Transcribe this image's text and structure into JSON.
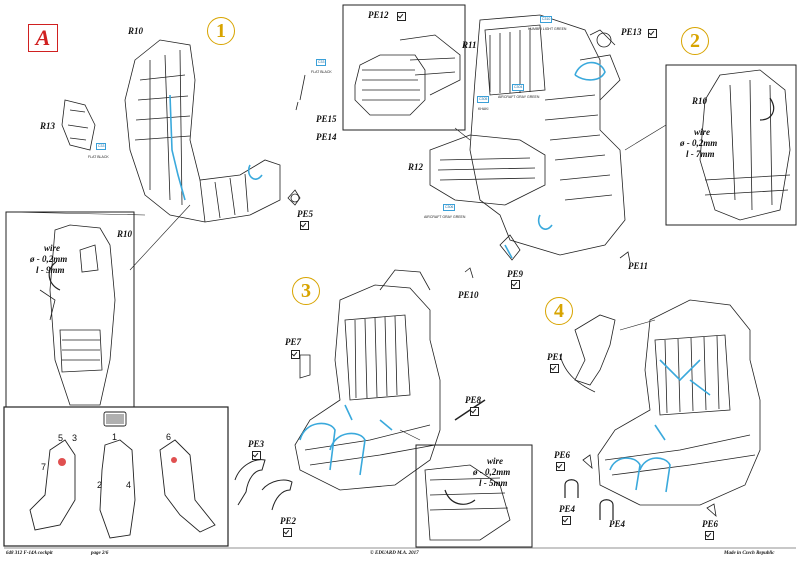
{
  "sheet_letter": "A",
  "steps": [
    "1",
    "2",
    "3",
    "4"
  ],
  "parts": {
    "r10a": "R10",
    "r10b": "R10",
    "r10c": "R10",
    "r11": "R11",
    "r12": "R12",
    "r13": "R13",
    "pe1": "PE1",
    "pe2": "PE2",
    "pe3": "PE3",
    "pe4a": "PE4",
    "pe4b": "PE4",
    "pe5": "PE5",
    "pe6a": "PE6",
    "pe6b": "PE6",
    "pe7": "PE7",
    "pe8": "PE8",
    "pe9": "PE9",
    "pe10": "PE10",
    "pe11": "PE11",
    "pe12": "PE12",
    "pe13": "PE13",
    "pe14": "PE14",
    "pe15": "PE15"
  },
  "color_callouts": {
    "c33": "C33",
    "c33_caption": "FLAT BLACK",
    "c33b": "C33",
    "c33b_caption": "FLAT BLACK",
    "c310": "C310",
    "c310_caption": "HUMBRI LIGHT GREEN",
    "c304": "C304",
    "c304_caption": "AIRCRAFT GRAY GREEN",
    "c305": "C305",
    "c305_caption": "KHAKI",
    "c306": "C306",
    "c306_caption": "AIRCRAFT GRAY GREEN"
  },
  "wire_notes": [
    {
      "title": "wire",
      "dia": "ø - 0,2mm",
      "len": "l - 9mm"
    },
    {
      "title": "wire",
      "dia": "ø - 0,2mm",
      "len": "l - 7mm"
    },
    {
      "title": "wire",
      "dia": "ø - 0,2mm",
      "len": "l - 5mm"
    }
  ],
  "diagram_numbers": [
    "1",
    "2",
    "3",
    "4",
    "5",
    "6",
    "7"
  ],
  "footer": {
    "left": "648 312  F-14A cockpit",
    "page": "page 2/6",
    "center": "© EDUARD  M.A. 2017",
    "right": "Made in Czech Republic"
  },
  "colors": {
    "accent_blue": "#3aa9dc",
    "step_gold": "#d8a400",
    "letter_red": "#d02020"
  }
}
